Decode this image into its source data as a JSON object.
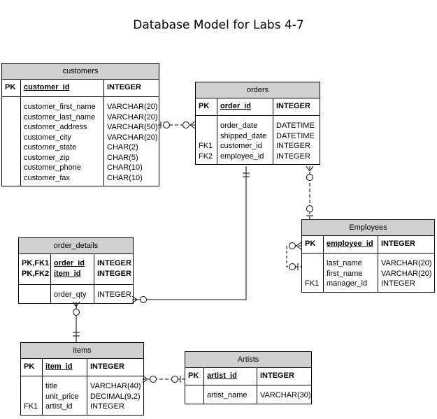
{
  "title": "Database Model for Labs 4-7",
  "entities": {
    "customers": {
      "name": "customers",
      "pk": {
        "prefix": "PK",
        "name": "customer_id",
        "type": "INTEGER"
      },
      "prefixes": [
        "",
        "",
        "",
        "",
        "",
        "",
        "",
        ""
      ],
      "fields": [
        "customer_first_name",
        "customer_last_name",
        "customer_address",
        "customer_city",
        "customer_state",
        "customer_zip",
        "customer_phone",
        "customer_fax"
      ],
      "types": [
        "VARCHAR(20)",
        "VARCHAR(20)",
        "VARCHAR(50)",
        "VARCHAR(20)",
        "CHAR(2)",
        "CHAR(5)",
        "CHAR(10)",
        "CHAR(10)"
      ]
    },
    "orders": {
      "name": "orders",
      "pk": {
        "prefix": "PK",
        "name": "order_id",
        "type": "INTEGER"
      },
      "prefixes": [
        "",
        "",
        "FK1",
        "FK2"
      ],
      "fields": [
        "order_date",
        "shipped_date",
        "customer_id",
        "employee_id"
      ],
      "types": [
        "DATETIME",
        "DATETIME",
        "INTEGER",
        "INTEGER"
      ]
    },
    "employees": {
      "name": "Employees",
      "pk": {
        "prefix": "PK",
        "name": "employee_id",
        "type": "INTEGER"
      },
      "prefixes": [
        "",
        "",
        "FK1"
      ],
      "fields": [
        "last_name",
        "first_name",
        "manager_id"
      ],
      "types": [
        "VARCHAR(20)",
        "VARCHAR(20)",
        "INTEGER"
      ]
    },
    "order_details": {
      "name": "order_details",
      "pk_prefixes": [
        "PK,FK1",
        "PK,FK2"
      ],
      "pk_names": [
        "order_id",
        "item_id"
      ],
      "pk_types": [
        "INTEGER",
        "INTEGER"
      ],
      "prefixes": [
        ""
      ],
      "fields": [
        "order_qty"
      ],
      "types": [
        "INTEGER"
      ]
    },
    "items": {
      "name": "items",
      "pk": {
        "prefix": "PK",
        "name": "item_id",
        "type": "INTEGER"
      },
      "prefixes": [
        "",
        "",
        "FK1"
      ],
      "fields": [
        "title",
        "unit_price",
        "artist_id"
      ],
      "types": [
        "VARCHAR(40)",
        "DECIMAL(9,2)",
        "INTEGER"
      ]
    },
    "artists": {
      "name": "Artists",
      "pk": {
        "prefix": "PK",
        "name": "artist_id",
        "type": "INTEGER"
      },
      "prefixes": [
        ""
      ],
      "fields": [
        "artist_name"
      ],
      "types": [
        "VARCHAR(30)"
      ]
    }
  }
}
